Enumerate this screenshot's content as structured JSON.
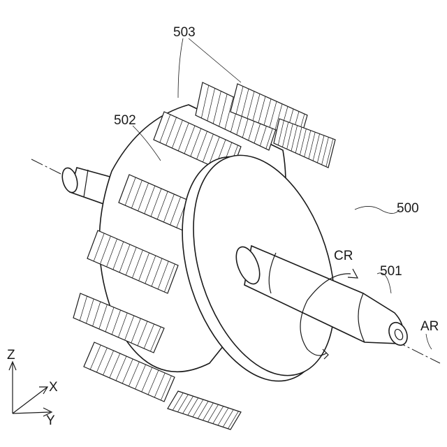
{
  "labels": {
    "ref_503": "503",
    "ref_502": "502",
    "ref_500": "500",
    "ref_501": "501",
    "cr": "CR",
    "ar": "AR"
  },
  "axes": {
    "z": "Z",
    "x": "X",
    "y": "Y"
  }
}
